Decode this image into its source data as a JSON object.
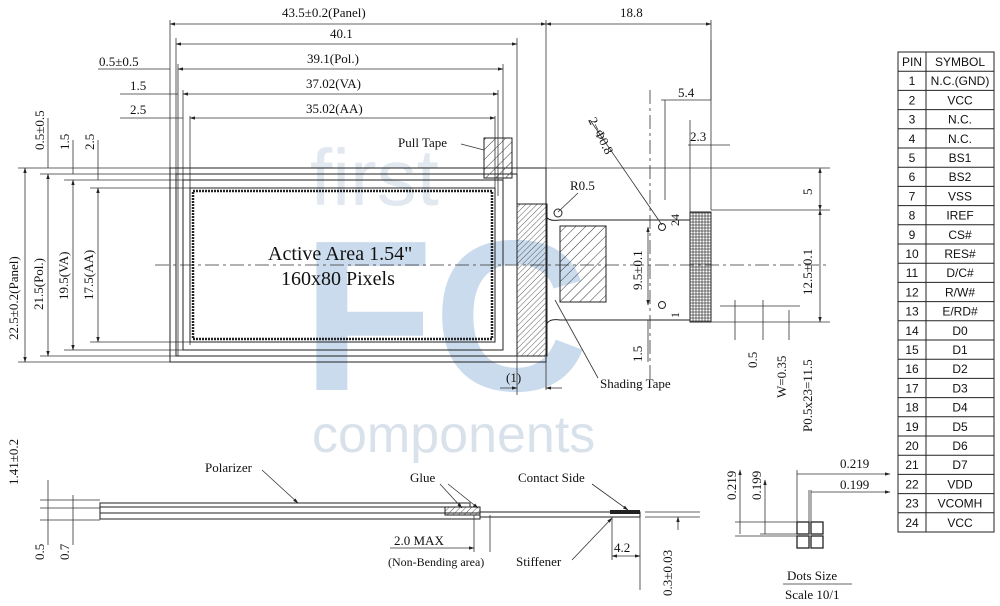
{
  "watermark": {
    "brand_top": "first",
    "brand_letters": "FC",
    "brand_bottom": "components"
  },
  "front_view": {
    "center_title": "Active Area 1.54\"",
    "center_subtitle": "160x80 Pixels",
    "top_dims": [
      "43.5±0.2(Panel)",
      "40.1",
      "39.1(Pol.)",
      "37.02(VA)",
      "35.02(AA)",
      "18.8"
    ],
    "top_left_dims": [
      "0.5±0.5",
      "1.5",
      "2.5"
    ],
    "left_dims": [
      "22.5±0.2(Panel)",
      "21.5(Pol.)",
      "19.5(VA)",
      "17.5(AA)"
    ],
    "left_top_dims": [
      "0.5±0.5",
      "1.5",
      "2.5"
    ],
    "pull_tape": "Pull Tape",
    "shading_tape": "Shading Tape",
    "hole_label": "2−Φ0.8",
    "radius_label": "R0.5",
    "fpc_dims": [
      "5.4",
      "2.3",
      "5",
      "12.5±0.1",
      "9.5±0.1",
      "1.5",
      "0.5",
      "W=0.35",
      "P0.5x23=11.5",
      "(1)"
    ],
    "pin_marks": [
      "24",
      "1"
    ]
  },
  "side_view": {
    "dims": [
      "1.41±0.2",
      "0.5",
      "0.7",
      "2.0 MAX",
      "(Non-Bending area)",
      "4.2",
      "0.3±0.03"
    ],
    "labels": [
      "Polarizer",
      "Glue",
      "Contact Side",
      "Stiffener"
    ]
  },
  "dots": {
    "dims": [
      "0.219",
      "0.199",
      "0.219",
      "0.199"
    ],
    "title": "Dots Size",
    "subtitle": "Scale 10/1"
  },
  "pin_table": {
    "headers": [
      "PIN",
      "SYMBOL"
    ],
    "rows": [
      [
        "1",
        "N.C.(GND)"
      ],
      [
        "2",
        "VCC"
      ],
      [
        "3",
        "N.C."
      ],
      [
        "4",
        "N.C."
      ],
      [
        "5",
        "BS1"
      ],
      [
        "6",
        "BS2"
      ],
      [
        "7",
        "VSS"
      ],
      [
        "8",
        "IREF"
      ],
      [
        "9",
        "CS#"
      ],
      [
        "10",
        "RES#"
      ],
      [
        "11",
        "D/C#"
      ],
      [
        "12",
        "R/W#"
      ],
      [
        "13",
        "E/RD#"
      ],
      [
        "14",
        "D0"
      ],
      [
        "15",
        "D1"
      ],
      [
        "16",
        "D2"
      ],
      [
        "17",
        "D3"
      ],
      [
        "18",
        "D4"
      ],
      [
        "19",
        "D5"
      ],
      [
        "20",
        "D6"
      ],
      [
        "21",
        "D7"
      ],
      [
        "22",
        "VDD"
      ],
      [
        "23",
        "VCOMH"
      ],
      [
        "24",
        "VCC"
      ]
    ]
  }
}
